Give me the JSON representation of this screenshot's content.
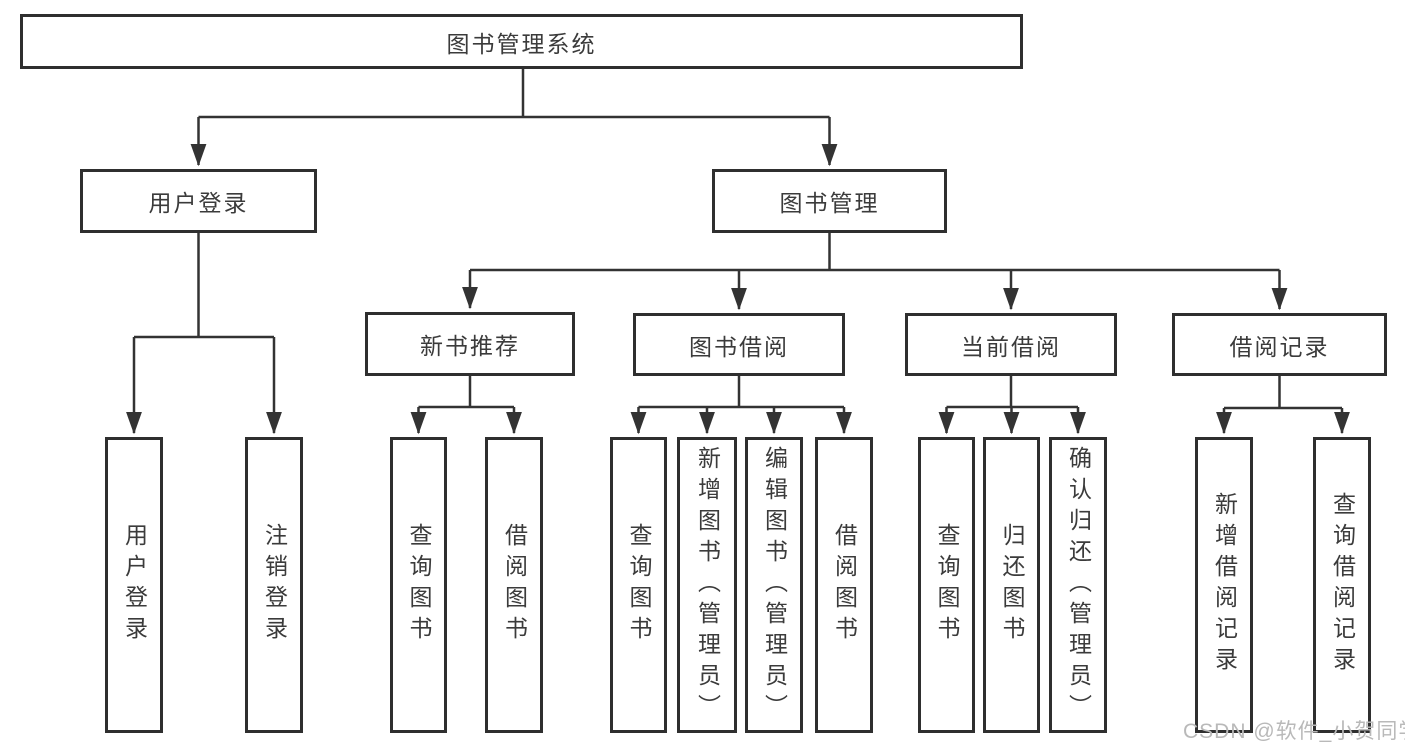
{
  "tree": {
    "label": "图书管理系统",
    "children": [
      {
        "label": "用户登录",
        "children": [
          {
            "label": "用户登录"
          },
          {
            "label": "注销登录"
          }
        ]
      },
      {
        "label": "图书管理",
        "children": [
          {
            "label": "新书推荐",
            "children": [
              {
                "label": "查询图书"
              },
              {
                "label": "借阅图书"
              }
            ]
          },
          {
            "label": "图书借阅",
            "children": [
              {
                "label": "查询图书"
              },
              {
                "label": "新增图书（管理员）"
              },
              {
                "label": "编辑图书（管理员）"
              },
              {
                "label": "借阅图书"
              }
            ]
          },
          {
            "label": "当前借阅",
            "children": [
              {
                "label": "查询图书"
              },
              {
                "label": "归还图书"
              },
              {
                "label": "确认归还（管理员）"
              }
            ]
          },
          {
            "label": "借阅记录",
            "children": [
              {
                "label": "新增借阅记录"
              },
              {
                "label": "查询借阅记录"
              }
            ]
          }
        ]
      }
    ]
  },
  "watermark": "CSDN @软件_小贺同学",
  "colors": {
    "border": "#2f2f2f",
    "line": "#333333",
    "text": "#3b3b3b",
    "watermark": "#b9b9b9"
  }
}
